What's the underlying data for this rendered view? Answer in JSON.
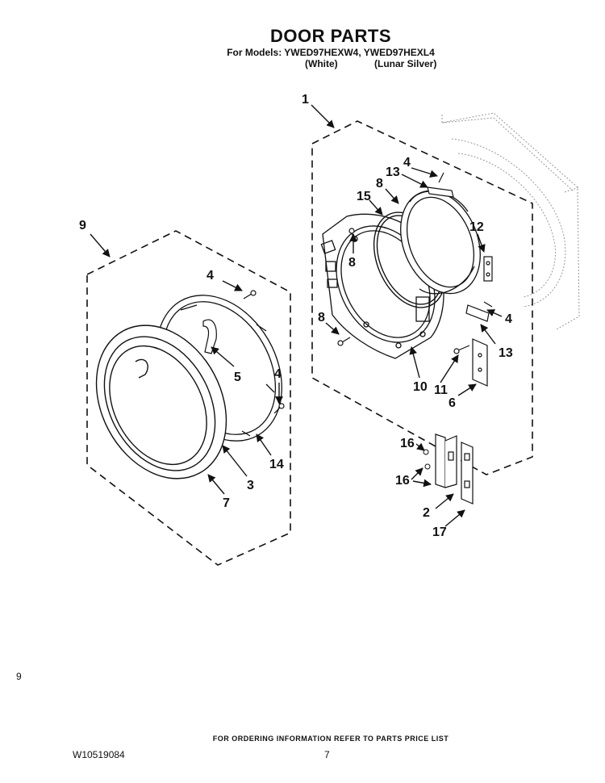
{
  "header": {
    "title": "DOOR PARTS",
    "models_line": "For Models: YWED97HEXW4, YWED97HEXL4",
    "variant_white": "(White)",
    "variant_silver": "(Lunar Silver)"
  },
  "callouts": {
    "c1": "1",
    "c4a": "4",
    "c13a": "13",
    "c8a": "8",
    "c15": "15",
    "c12": "12",
    "c8b": "8",
    "c4b": "4",
    "c8c": "8",
    "c13b": "13",
    "c11": "11",
    "c10": "10",
    "c6": "6",
    "c9": "9",
    "c4c": "4",
    "c5": "5",
    "c4d": "4",
    "c14": "14",
    "c3": "3",
    "c7": "7",
    "c16a": "16",
    "c16b": "16",
    "c2": "2",
    "c17": "17"
  },
  "footer": {
    "side_number": "9",
    "order_note": "FOR ORDERING INFORMATION REFER TO PARTS PRICE LIST",
    "doc_number": "W10519084",
    "page_number": "7"
  }
}
